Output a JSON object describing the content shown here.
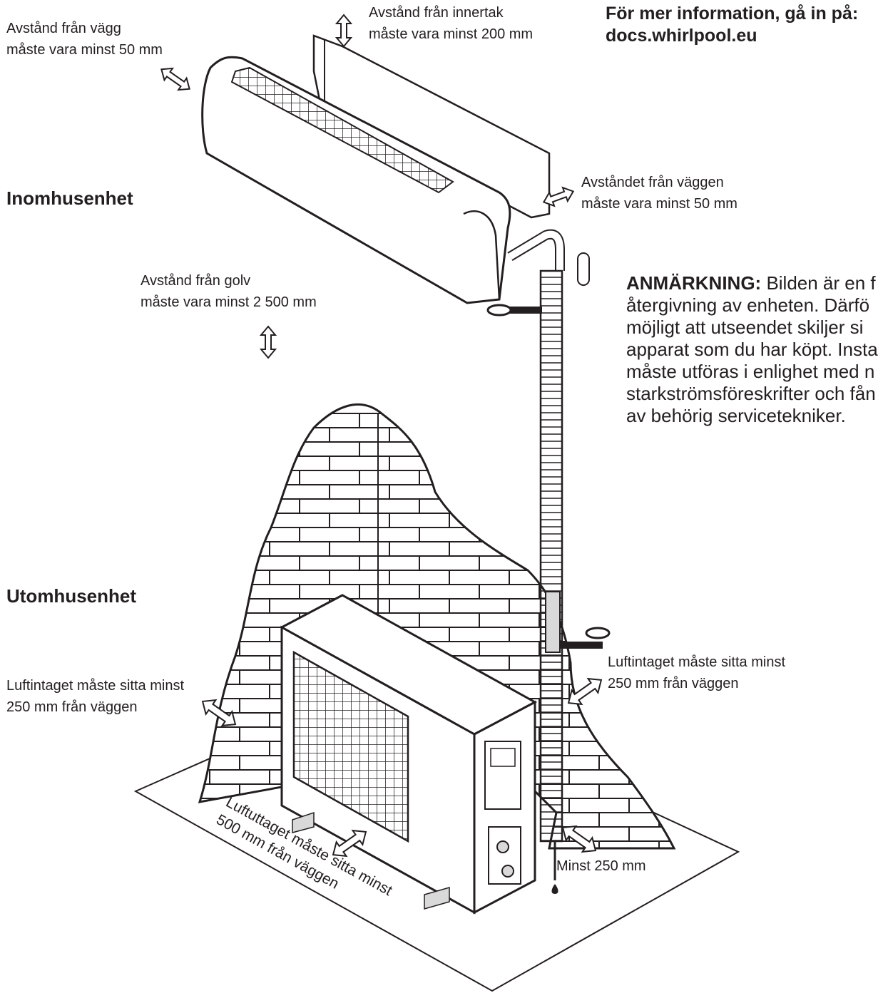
{
  "info": {
    "line1": "För mer information, gå in på:",
    "line2": "docs.whirlpool.eu"
  },
  "headings": {
    "indoor": "Inomhusenhet",
    "outdoor": "Utomhusenhet"
  },
  "labels": {
    "wall_left": [
      "Avstånd från vägg",
      "måste vara minst 50 mm"
    ],
    "ceiling": [
      "Avstånd från innertak",
      "måste vara minst 200 mm"
    ],
    "wall_right": [
      "Avståndet från väggen",
      "måste vara minst 50 mm"
    ],
    "floor": [
      "Avstånd från golv",
      "måste vara minst 2 500 mm"
    ],
    "intake_right": [
      "Luftintaget måste sitta minst",
      "250 mm från väggen"
    ],
    "intake_left": [
      "Luftintaget måste sitta minst",
      "250 mm från väggen"
    ],
    "outlet": [
      "Luftuttaget måste sitta minst",
      "500 mm från väggen"
    ],
    "min_250": "Minst 250 mm"
  },
  "note": {
    "title": "ANMÄRKNING:",
    "lines": [
      "Bilden är en f",
      "återgivning av enheten. Därfö",
      "möjligt att utseendet skiljer si",
      "apparat som du har köpt. Insta",
      "måste utföras i enlighet med n",
      "starkströmsföreskrifter och fån",
      "av behörig servicetekniker."
    ]
  },
  "colors": {
    "line": "#231f20",
    "fill": "#ffffff",
    "shade": "#d9d9d9"
  }
}
